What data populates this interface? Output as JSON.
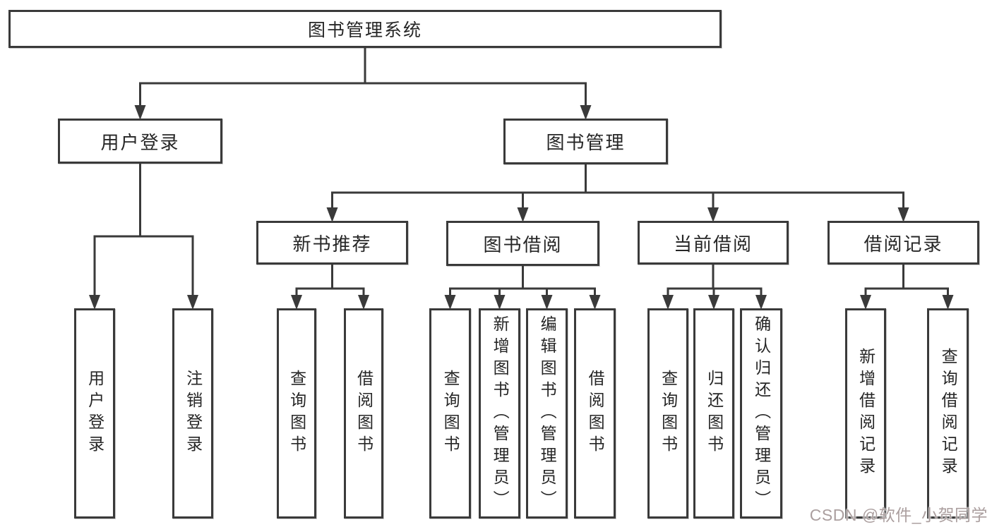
{
  "diagram_title": "图书管理系统",
  "nodes": [
    {
      "id": "root",
      "label": "图书管理系统",
      "orientation": "horizontal",
      "level": 1
    },
    {
      "id": "user-login",
      "label": "用户登录",
      "orientation": "horizontal",
      "level": 2
    },
    {
      "id": "book-management",
      "label": "图书管理",
      "orientation": "horizontal",
      "level": 2
    },
    {
      "id": "new-book-recommend",
      "label": "新书推荐",
      "orientation": "horizontal",
      "level": 3
    },
    {
      "id": "book-borrowing",
      "label": "图书借阅",
      "orientation": "horizontal",
      "level": 3
    },
    {
      "id": "current-borrowing",
      "label": "当前借阅",
      "orientation": "horizontal",
      "level": 3
    },
    {
      "id": "borrowing-records",
      "label": "借阅记录",
      "orientation": "horizontal",
      "level": 3
    },
    {
      "id": "leaf-user-login",
      "label": "用户登录",
      "orientation": "vertical",
      "level": 4
    },
    {
      "id": "leaf-logout",
      "label": "注销登录",
      "orientation": "vertical",
      "level": 4
    },
    {
      "id": "leaf-newrec-query-books",
      "label": "查询图书",
      "orientation": "vertical",
      "level": 4
    },
    {
      "id": "leaf-newrec-borrow-books",
      "label": "借阅图书",
      "orientation": "vertical",
      "level": 4
    },
    {
      "id": "leaf-borrow-query-books",
      "label": "查询图书",
      "orientation": "vertical",
      "level": 4
    },
    {
      "id": "leaf-borrow-add-books",
      "label": "新增图书（管理员）",
      "orientation": "vertical",
      "level": 4
    },
    {
      "id": "leaf-borrow-edit-books",
      "label": "编辑图书（管理员）",
      "orientation": "vertical",
      "level": 4
    },
    {
      "id": "leaf-borrow-borrow-books",
      "label": "借阅图书",
      "orientation": "vertical",
      "level": 4
    },
    {
      "id": "leaf-current-query-books",
      "label": "查询图书",
      "orientation": "vertical",
      "level": 4
    },
    {
      "id": "leaf-current-return-books",
      "label": "归还图书",
      "orientation": "vertical",
      "level": 4
    },
    {
      "id": "leaf-current-confirm-return",
      "label": "确认归还（管理员）",
      "orientation": "vertical",
      "level": 4
    },
    {
      "id": "leaf-records-add-record",
      "label": "新增借阅记录",
      "orientation": "vertical",
      "level": 4
    },
    {
      "id": "leaf-records-query-record",
      "label": "查询借阅记录",
      "orientation": "vertical",
      "level": 4
    }
  ],
  "edges": [
    {
      "from": "root",
      "to": [
        "user-login",
        "book-management"
      ]
    },
    {
      "from": "user-login",
      "to": [
        "leaf-user-login",
        "leaf-logout"
      ]
    },
    {
      "from": "book-management",
      "to": [
        "new-book-recommend",
        "book-borrowing",
        "current-borrowing",
        "borrowing-records"
      ]
    },
    {
      "from": "new-book-recommend",
      "to": [
        "leaf-newrec-query-books",
        "leaf-newrec-borrow-books"
      ]
    },
    {
      "from": "book-borrowing",
      "to": [
        "leaf-borrow-query-books",
        "leaf-borrow-add-books",
        "leaf-borrow-edit-books",
        "leaf-borrow-borrow-books"
      ]
    },
    {
      "from": "current-borrowing",
      "to": [
        "leaf-current-query-books",
        "leaf-current-return-books",
        "leaf-current-confirm-return"
      ]
    },
    {
      "from": "borrowing-records",
      "to": [
        "leaf-records-add-record",
        "leaf-records-query-record"
      ]
    }
  ],
  "watermark": "CSDN @软件_小贺同学",
  "colors": {
    "line": "#3a3a3a",
    "box_border": "#3a3a3a",
    "box_fill": "#ffffff",
    "text": "#262626",
    "background": "#ffffff",
    "watermark": "#ab9f9f"
  }
}
